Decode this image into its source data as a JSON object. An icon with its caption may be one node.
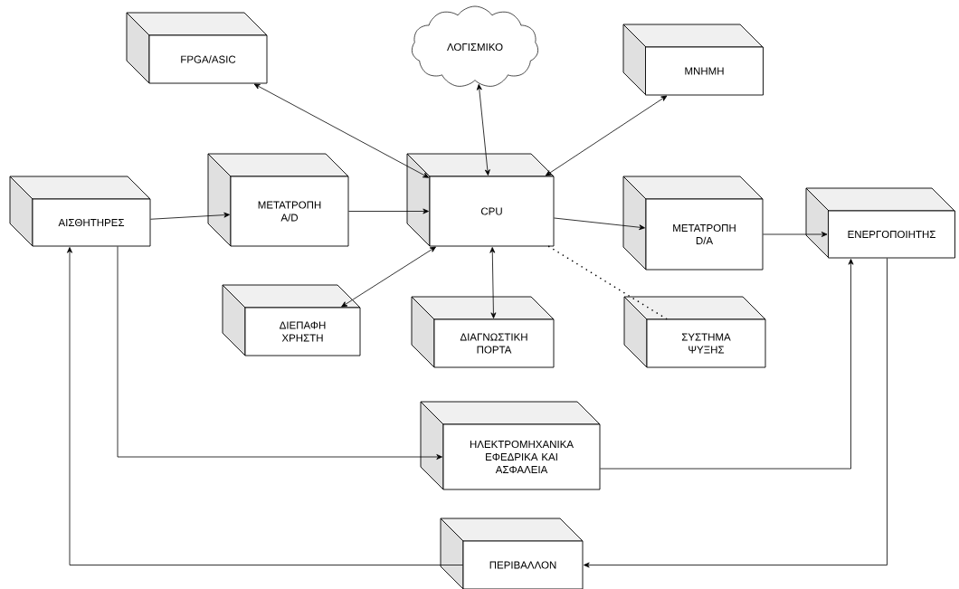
{
  "diagram": {
    "nodes": [
      {
        "text": [
          "FPGA/ASIC"
        ]
      },
      {
        "text": [
          "ΛΟΓΙΣΜΙΚΟ"
        ]
      },
      {
        "text": [
          "ΜΝΗΜΗ"
        ]
      },
      {
        "text": [
          "ΑΙΣΘΗΤΗΡΕΣ"
        ]
      },
      {
        "text": [
          "ΜΕΤΑΤΡΟΠΗ A/D"
        ]
      },
      {
        "text": [
          "CPU"
        ]
      },
      {
        "text": [
          "ΜΕΤΑΤΡΟΠΗ D/A"
        ]
      },
      {
        "text": [
          "ΕΝΕΡΓΟΠΟΙΗΤΗΣ"
        ]
      },
      {
        "text": [
          "ΔΙΕΠΑΦΗ ΧΡΗΣΤΗ"
        ]
      },
      {
        "text": [
          "ΔΙΑΓΝΩΣΤΙΚΗ ΠΟΡΤΑ"
        ]
      },
      {
        "text": [
          "ΣΥΣΤΗΜΑ ΨΥΞΗΣ"
        ]
      },
      {
        "text": [
          "ΗΛΕΚΤΡΟΜΗΧΑΝΙΚΑ ΕΦΕΔΡΙΚΑ ΚΑΙ ΑΣΦΑΛΕΙΑ"
        ]
      },
      {
        "text": [
          "ΠΕΡΙΒΑΛΛΟΝ"
        ]
      }
    ],
    "edges": [
      {
        "from": 5,
        "to": 0,
        "arrow": "both"
      },
      {
        "from": 5,
        "to": 1,
        "arrow": "both"
      },
      {
        "from": 5,
        "to": 2,
        "arrow": "both"
      },
      {
        "from": 3,
        "to": 4,
        "arrow": "to"
      },
      {
        "from": 4,
        "to": 5,
        "arrow": "to"
      },
      {
        "from": 5,
        "to": 8,
        "arrow": "both"
      },
      {
        "from": 5,
        "to": 9,
        "arrow": "both"
      },
      {
        "from": 5,
        "to": 10,
        "arrow": "none",
        "style": "dashed"
      },
      {
        "from": 5,
        "to": 6,
        "arrow": "to"
      },
      {
        "from": 6,
        "to": 7,
        "arrow": "to"
      },
      {
        "from": 3,
        "to": 11,
        "arrow": "to"
      },
      {
        "from": 11,
        "to": 7,
        "arrow": "to"
      },
      {
        "from": 7,
        "to": 12,
        "arrow": "to"
      },
      {
        "from": 12,
        "to": 3,
        "arrow": "to"
      }
    ]
  }
}
